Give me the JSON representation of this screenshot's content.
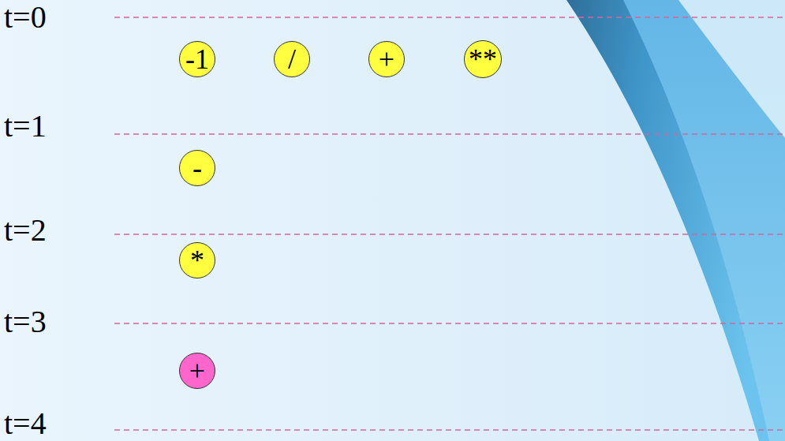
{
  "diagram": {
    "nodes": [
      {
        "text": [
          "-1"
        ]
      },
      {
        "text": [
          "/"
        ]
      },
      {
        "text": [
          "+"
        ]
      },
      {
        "text": [
          "**"
        ]
      },
      {
        "text": [
          "-"
        ]
      },
      {
        "text": [
          "*"
        ]
      },
      {
        "text": [
          "+"
        ]
      }
    ],
    "labels": [
      "t=0",
      "t=1",
      "t=2",
      "t=3",
      "t=4"
    ]
  }
}
